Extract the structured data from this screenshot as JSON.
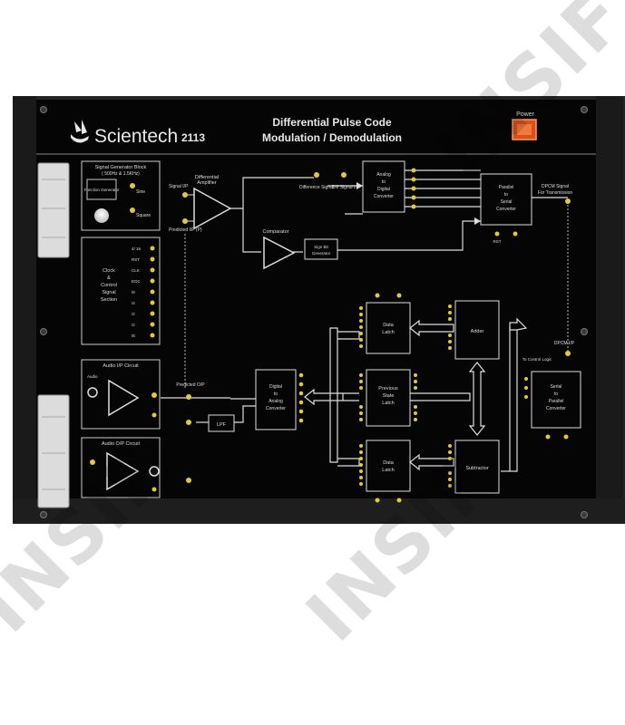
{
  "panel": {
    "brand": "Scientech",
    "model": "2113",
    "title_line1": "Differential Pulse Code",
    "title_line2": "Modulation / Demodulation",
    "power_label": "Power"
  },
  "blocks": {
    "signal_generator": {
      "title": "Signal Generator Block",
      "subtitle": "( 500Hz & 1.5KHz)",
      "function_generator": "Function Generator",
      "sine": "Sine",
      "square": "Square"
    },
    "diff_amp": {
      "title_1": "Differential",
      "title_2": "Amplifier",
      "signal_ip": "Signal I/P",
      "predicted_ip": "Predicted I/P (P)"
    },
    "difference_signal": "Difference Signal",
    "diff_signal_ip": "Diff Signal I/P",
    "comparator": "Comparator",
    "sign_bit": {
      "l1": "Sign Bit",
      "l2": "Generator"
    },
    "adc": {
      "l1": "Analog",
      "l2": "to",
      "l3": "Digital",
      "l4": "Converter"
    },
    "p2s": {
      "l1": "Parallel",
      "l2": "to",
      "l3": "Serial",
      "l4": "Converter"
    },
    "dpcm_tx": {
      "l1": "DPCM Signal",
      "l2": "For Transmission"
    },
    "rst": "RST",
    "clock": {
      "l1": "Clock",
      "l2": "&",
      "l3": "Control",
      "l4": "Signal",
      "l5": "Section"
    },
    "clock_pins": [
      "4/ 16",
      "RST",
      "CLK",
      "EOC",
      "/8",
      "/4",
      "/2",
      "/2",
      "/E"
    ],
    "audio_ip": "Audio I/P Circuit",
    "audio_op": "Audio O/P Circuit",
    "audio": "Audio",
    "predicted_op": "Predicted O/P",
    "lpf": "LPF",
    "dac": {
      "l1": "Digital",
      "l2": "to",
      "l3": "Analog",
      "l4": "Converter"
    },
    "data_latch": {
      "l1": "Data",
      "l2": "Latch"
    },
    "previous_latch": {
      "l1": "Previous",
      "l2": "State",
      "l3": "Latch"
    },
    "adder": "Adder",
    "subtractor": "Subtractor",
    "s2p": {
      "l1": "Serial",
      "l2": "to",
      "l3": "Parallel",
      "l4": "Converter"
    },
    "dpcm_ip": "DPCM I/P",
    "to_control": "To Control Logic"
  },
  "watermark": {
    "text": "INSIF"
  }
}
